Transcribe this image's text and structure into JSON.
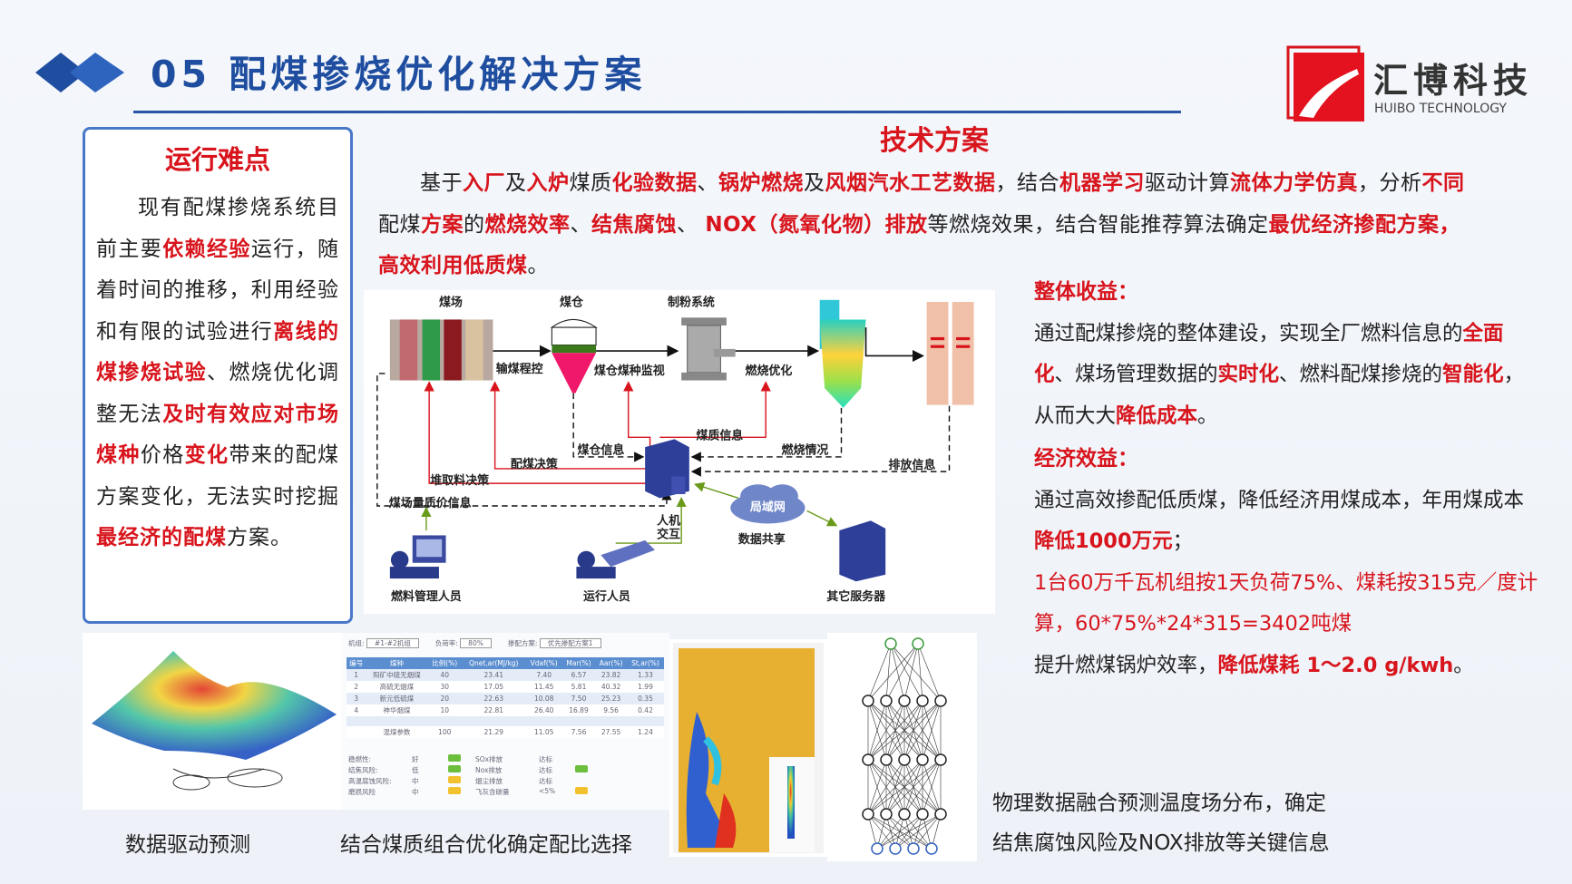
{
  "header": {
    "title": "05  配煤掺烧优化解决方案",
    "logo_cn": "汇博科技",
    "logo_en": "HUIBO TECHNOLOGY"
  },
  "left": {
    "heading": "运行难点",
    "text": [
      {
        "t": "现有配煤掺烧系统目前主要"
      },
      {
        "t": "依赖经验",
        "r": true
      },
      {
        "t": "运行，随着时间的推移，利用经验和有限的试验进行"
      },
      {
        "t": "离线的煤掺烧试验",
        "r": true
      },
      {
        "t": "、燃烧优化调整无法"
      },
      {
        "t": "及时有效应对市场煤种",
        "r": true
      },
      {
        "t": "价格"
      },
      {
        "t": "变化",
        "r": true
      },
      {
        "t": "带来的配煤方案变化，无法实时挖掘"
      },
      {
        "t": "最经济的配煤",
        "r": true
      },
      {
        "t": "方案。"
      }
    ]
  },
  "tech": {
    "heading": "技术方案",
    "text": [
      {
        "t": "基于"
      },
      {
        "t": "入厂",
        "r": true
      },
      {
        "t": "及"
      },
      {
        "t": "入炉",
        "r": true
      },
      {
        "t": "煤质"
      },
      {
        "t": "化验数据",
        "r": true
      },
      {
        "t": "、"
      },
      {
        "t": "锅炉燃烧",
        "r": true
      },
      {
        "t": "及"
      },
      {
        "t": "风烟汽水工艺数据",
        "r": true
      },
      {
        "t": "，结合"
      },
      {
        "t": "机器学习",
        "r": true
      },
      {
        "t": "驱动计算"
      },
      {
        "t": "流体力学仿真",
        "r": true
      },
      {
        "t": "，分析"
      },
      {
        "t": "不同",
        "r": true
      },
      {
        "t": "配煤"
      },
      {
        "t": "方案",
        "r": true
      },
      {
        "t": "的"
      },
      {
        "t": "燃烧效率",
        "r": true
      },
      {
        "t": "、"
      },
      {
        "t": "结焦腐蚀",
        "r": true
      },
      {
        "t": "、 "
      },
      {
        "t": "NOX（氮氧化物）排放",
        "r": true
      },
      {
        "t": "等燃烧效果，结合智能推荐算法确定"
      },
      {
        "t": "最优经济掺配方案，高效利用低质煤",
        "r": true
      },
      {
        "t": "。"
      }
    ]
  },
  "diagram": {
    "labels": {
      "yard": "煤场",
      "silo": "煤仓",
      "mill": "制粉系统",
      "conveyor": "输煤程控",
      "silo_monitor": "煤仓煤种监视",
      "combustion_opt": "燃烧优化",
      "silo_info": "煤仓信息",
      "quality_info": "煤质信息",
      "combustion_status": "燃烧情况",
      "emission_info": "排放信息",
      "blend_decision": "配煤决策",
      "stack_decision": "堆取料决策",
      "yard_info": "煤场量质价信息",
      "hmi": "人机",
      "hmi2": "交互",
      "lan": "局域网",
      "data_share": "数据共享",
      "fuel_staff": "燃料管理人员",
      "operators": "运行人员",
      "other_servers": "其它服务器"
    }
  },
  "benefits": {
    "overall_heading": "整体收益：",
    "overall": [
      {
        "t": "通过配煤掺烧的整体建设，实现全厂燃料信息的"
      },
      {
        "t": "全面化",
        "r": true
      },
      {
        "t": "、煤场管理数据的"
      },
      {
        "t": "实时化",
        "r": true
      },
      {
        "t": "、燃料配煤掺烧的"
      },
      {
        "t": "智能化",
        "r": true
      },
      {
        "t": "，从而大大"
      },
      {
        "t": "降低成本",
        "r": true
      },
      {
        "t": "。"
      }
    ],
    "econ_heading": "经济效益：",
    "econ": [
      {
        "t": "通过高效掺配低质煤，降低经济用煤成本，年用煤成本"
      },
      {
        "t": "降低1000万元",
        "r": true
      },
      {
        "t": "；"
      }
    ],
    "calc": "1台60万千瓦机组按1天负荷75%、煤耗按315克／度计算，60*75%*24*315=3402吨煤",
    "eff": [
      {
        "t": "提升燃煤锅炉效率，"
      },
      {
        "t": "降低煤耗 1～2.0 g/kwh",
        "r": true
      },
      {
        "t": "。"
      }
    ]
  },
  "blend_tool": {
    "unit_label": "机组:",
    "unit": "#1-#2机组",
    "load_label": "负荷率:",
    "load": "80%",
    "plan_label": "掺配方案:",
    "plan": "优先掺配方案1",
    "columns": [
      "编号",
      "煤种",
      "比例(%)",
      "Qnet,ar(MJ/kg)",
      "Vdaf(%)",
      "Mar(%)",
      "Aar(%)",
      "St,ar(%)"
    ],
    "rows": [
      [
        "1",
        "阳矿中硫无烟煤",
        "40",
        "23.41",
        "7.40",
        "6.57",
        "23.82",
        "1.33"
      ],
      [
        "2",
        "高硫无烟煤",
        "30",
        "17.05",
        "11.45",
        "5.81",
        "40.32",
        "1.99"
      ],
      [
        "3",
        "新元低硫煤",
        "20",
        "22.63",
        "10.08",
        "7.50",
        "25.23",
        "0.35"
      ],
      [
        "4",
        "神华烟煤",
        "10",
        "22.81",
        "26.40",
        "16.89",
        "9.56",
        "0.42"
      ],
      [
        "",
        "",
        "",
        "",
        "",
        "",
        "",
        ""
      ],
      [
        "",
        "混煤参数",
        "100",
        "21.29",
        "11.05",
        "7.56",
        "27.55",
        "1.24"
      ]
    ],
    "indicators": [
      [
        "稳燃性:",
        "好",
        "#6cbf3c",
        "SOx排放",
        "达标",
        ""
      ],
      [
        "结焦风险:",
        "低",
        "#6cbf3c",
        "Nox排放",
        "达标",
        "#6cbf3c"
      ],
      [
        "高温腐蚀风险:",
        "中",
        "#f2c12e",
        "烟尘排放",
        "达标",
        ""
      ],
      [
        "磨损风险",
        "中",
        "#f2c12e",
        "飞灰含碳量",
        "<5%",
        "#f2c12e"
      ]
    ]
  },
  "captions": {
    "predict": "数据驱动预测",
    "blend": "结合煤质组合优化确定配比选择",
    "physics1": "物理数据融合预测温度场分布，确定",
    "physics2": "结焦腐蚀风险及NOX排放等关键信息"
  }
}
